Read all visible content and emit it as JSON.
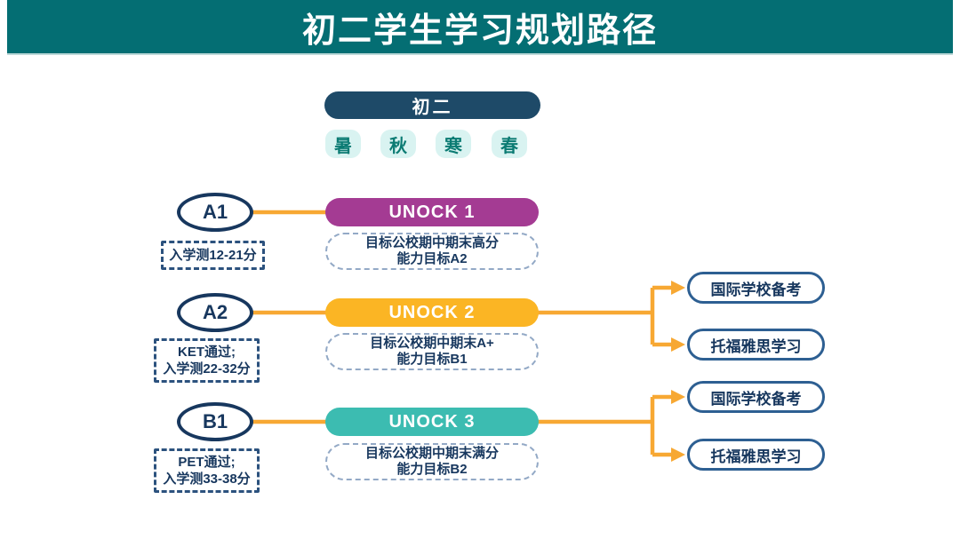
{
  "header": {
    "title": "初二学生学习规划路径"
  },
  "grade": {
    "label": "初二"
  },
  "seasons": [
    {
      "label": "暑"
    },
    {
      "label": "秋"
    },
    {
      "label": "寒"
    },
    {
      "label": "春"
    }
  ],
  "rows": [
    {
      "level": "A1",
      "req_line1": "入学测12-21分",
      "req_line2": "",
      "unlock_label": "UNOCK 1",
      "goal_line1": "目标公校期中期末高分",
      "goal_line2": "能力目标A2"
    },
    {
      "level": "A2",
      "req_line1": "KET通过;",
      "req_line2": "入学测22-32分",
      "unlock_label": "UNOCK 2",
      "goal_line1": "目标公校期中期末A+",
      "goal_line2": "能力目标B1"
    },
    {
      "level": "B1",
      "req_line1": "PET通过;",
      "req_line2": "入学测33-38分",
      "unlock_label": "UNOCK 3",
      "goal_line1": "目标公校期中期末满分",
      "goal_line2": "能力目标B2"
    }
  ],
  "tracks": {
    "unlock2": [
      {
        "label": "国际学校备考"
      },
      {
        "label": "托福雅思学习"
      }
    ],
    "unlock3": [
      {
        "label": "国际学校备考"
      },
      {
        "label": "托福雅思学习"
      }
    ]
  },
  "colors": {
    "header_bg": "#046e73",
    "navy_text": "#17375e",
    "grade_pill_bg": "#1e4a68",
    "season_bg": "#d9f3f1",
    "season_text": "#0b7b73",
    "unlock1_bg": "#a43b93",
    "unlock2_bg": "#fbb524",
    "unlock3_bg": "#3cbcb1",
    "connector_orange": "#f7a833",
    "branch_border_blue": "#2d5f92"
  }
}
